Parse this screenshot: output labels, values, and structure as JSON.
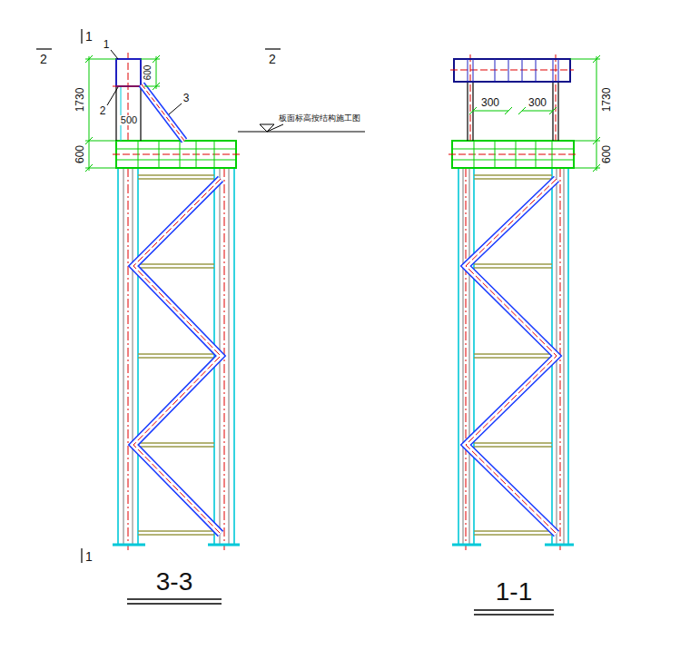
{
  "diagram": {
    "labels": [
      "1",
      "2",
      "2",
      "1",
      "1730",
      "600",
      "2",
      "500",
      "3",
      "板面标高按结构施工图",
      "600",
      "1",
      "3-3",
      "300",
      "300",
      "1730",
      "600",
      "1-1"
    ]
  }
}
